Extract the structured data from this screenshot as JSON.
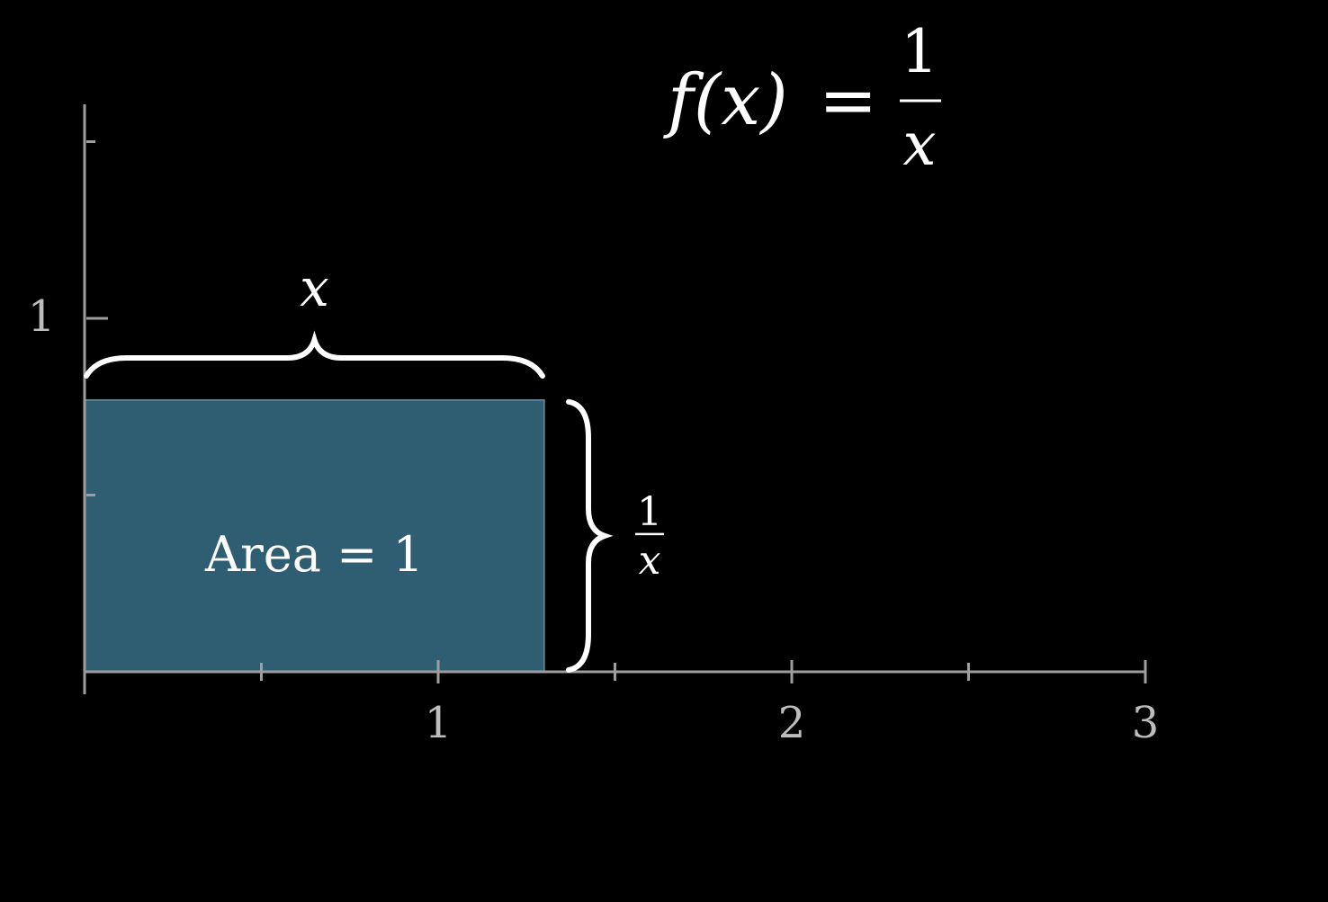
{
  "formula": {
    "lhs": "f(x)",
    "equals": "=",
    "numerator": "1",
    "denominator": "x"
  },
  "axes": {
    "x_ticks": [
      "1",
      "2",
      "3"
    ],
    "y_ticks": [
      "1"
    ]
  },
  "rectangle": {
    "label": "Area = 1",
    "fill_color": "#2f5e73",
    "width_value": 1.3,
    "height_value": 0.769
  },
  "width_brace": {
    "label": "x"
  },
  "height_brace": {
    "numerator": "1",
    "denominator": "x"
  },
  "colors": {
    "background": "#000000",
    "axis": "#9e9e9e",
    "text": "#ffffff",
    "rect_fill": "#2f5e73"
  }
}
